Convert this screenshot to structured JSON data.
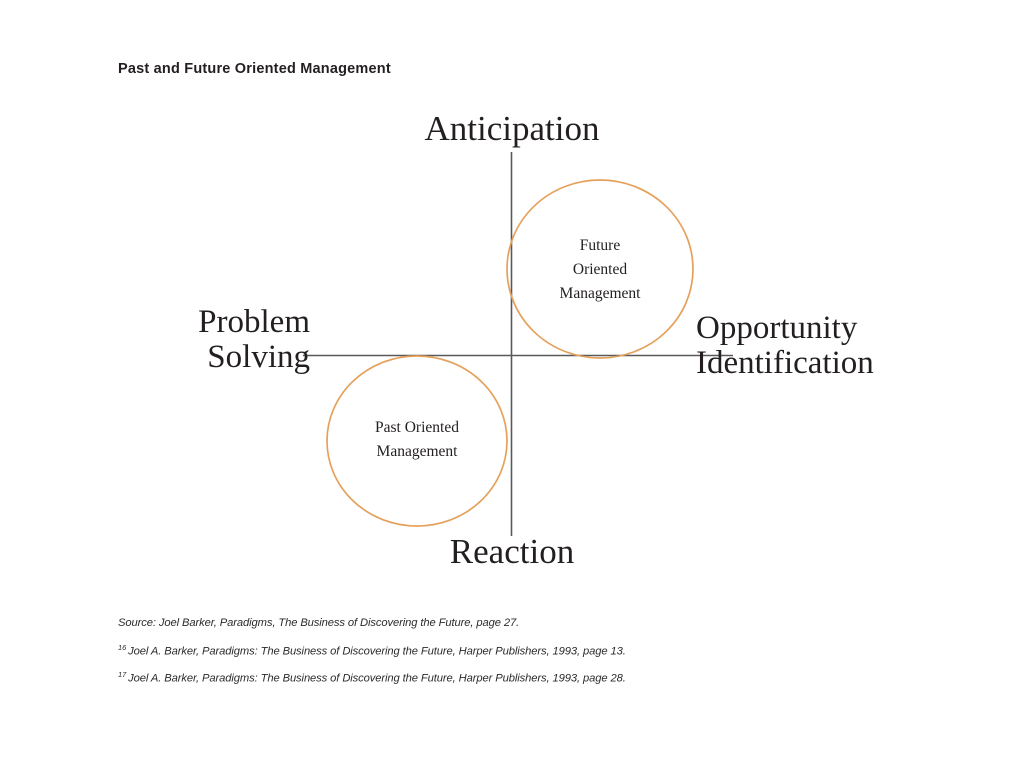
{
  "slide": {
    "title": "Past and Future Oriented Management",
    "background_color": "#ffffff",
    "text_color": "#231f20",
    "accent_color": "#e5a15c",
    "axis_color": "#595959"
  },
  "diagram": {
    "type": "quadrant-matrix",
    "axes": {
      "vertical": {
        "top_label": "Anticipation",
        "bottom_label": "Reaction"
      },
      "horizontal": {
        "left_label": "Problem\nSolving",
        "right_label": "Opportunity\nIdentification"
      }
    },
    "bubbles": [
      {
        "id": "future-oriented-management",
        "label": "Future\nOriented\nManagement",
        "quadrant": "upper-right",
        "stroke_color": "#e5a15c",
        "fill": "none"
      },
      {
        "id": "past-oriented-management",
        "label": "Past Oriented\nManagement",
        "quadrant": "lower-left",
        "stroke_color": "#e5a15c",
        "fill": "none"
      }
    ]
  },
  "notes": {
    "source": "Source: Joel Barker, Paradigms, The Business of Discovering the Future, page 27.",
    "footnotes": [
      {
        "marker": "16",
        "text": "Joel A. Barker, Paradigms: The Business of Discovering the Future, Harper Publishers, 1993, page 13."
      },
      {
        "marker": "17",
        "text": "Joel A. Barker, Paradigms: The Business of Discovering the Future, Harper Publishers, 1993, page 28."
      }
    ]
  },
  "chart_data": {
    "type": "scatter",
    "title": "Past and Future Oriented Management",
    "xlabel": "Problem Solving  ↔  Opportunity Identification",
    "ylabel": "Reaction  ↔  Anticipation",
    "xlim": [
      -1,
      1
    ],
    "ylim": [
      -1,
      1
    ],
    "grid": false,
    "legend": "none",
    "axis_tick_labels": {
      "x": [
        "Problem Solving",
        "Opportunity Identification"
      ],
      "y": [
        "Reaction",
        "Anticipation"
      ]
    },
    "series": [
      {
        "name": "Future Oriented Management",
        "x": [
          0.41
        ],
        "y": [
          0.47
        ],
        "r": [
          0.48
        ],
        "marker": "open-circle",
        "color": "#e5a15c"
      },
      {
        "name": "Past Oriented Management",
        "x": [
          -0.43
        ],
        "y": [
          -0.45
        ],
        "r": [
          0.47
        ],
        "marker": "open-circle",
        "color": "#e5a15c"
      }
    ],
    "annotations": [
      "Anticipation",
      "Reaction",
      "Problem Solving",
      "Opportunity Identification",
      "Future Oriented Management",
      "Past Oriented Management"
    ]
  }
}
